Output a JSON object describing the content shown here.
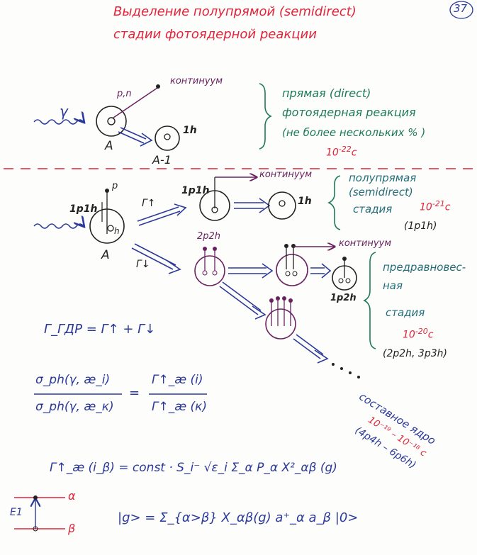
{
  "header": {
    "title_line1": "Выделение полупрямой (semidirect)",
    "title_line2": "стадии фотоядерной реакции",
    "page_number": "37"
  },
  "direct": {
    "gamma": "γ",
    "pn": "p,n",
    "continuum": "континуум",
    "nucleus_A": "A",
    "nucleus_A1": "A-1",
    "one_h": "1h",
    "label1": "прямая (direct)",
    "label2": "фотоядерная реакция",
    "label3": "(не более нескольких % )",
    "time_base": "10",
    "time_exp": "-22",
    "time_unit": "c"
  },
  "semidirect": {
    "p": "p",
    "p1h": "1p1h",
    "h": "h",
    "nucleus_A": "A",
    "gamma_up": "Γ↑",
    "gamma_down": "Γ↓",
    "continuum": "континуум",
    "p1h_mid": "1p1h",
    "one_h": "1h",
    "label1": "полупрямая",
    "label2": "(semidirect)",
    "label3": "стадия",
    "time_base": "10",
    "time_exp": "-21",
    "time_unit": "c",
    "label4": "(1p1h)"
  },
  "preequilibrium": {
    "p2h": "2p2h",
    "continuum": "континуум",
    "p2h_right": "1p2h",
    "label1": "предравновес-",
    "label2": "ная",
    "label3": "стадия",
    "time_base": "10",
    "time_exp": "-20",
    "time_unit": "c",
    "label4": "(2p2h, 3p3h)"
  },
  "compound": {
    "label": "составное ядро",
    "time": "10⁻¹⁹ – 10⁻¹⁸ c",
    "states": "(4p4h – 6p6h)"
  },
  "formulas": {
    "width": "Γ_ГДР = Γ↑ + Γ↓",
    "sigma_num": "σ_ph(γ, æ_i)",
    "sigma_den": "σ_ph(γ, æ_к)",
    "eq": "=",
    "gamma_num": "Γ↑_æ (i)",
    "gamma_den": "Γ↑_æ (к)",
    "width_formula": "Γ↑_æ (i_β) = const · S_i⁻ √ε_i Σ_α P_α X²_αβ (g)",
    "state_formula": "|g> = Σ_{α>β} X_αβ(g) a⁺_α a_β |0>"
  },
  "levels": {
    "e1": "E1",
    "alpha": "α",
    "beta": "β"
  }
}
